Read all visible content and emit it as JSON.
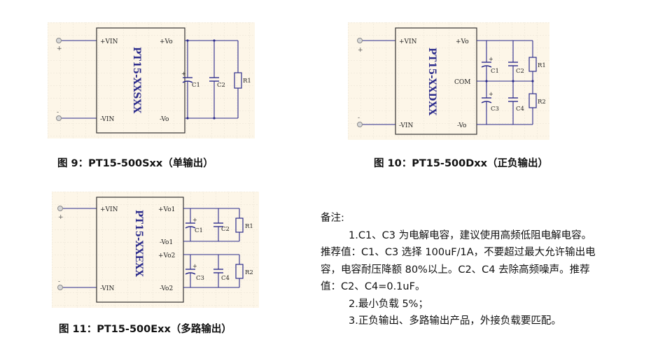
{
  "fig9": {
    "caption": "图 9：PT15-500Sxx（单输出）",
    "model": "PT15-XXSXX",
    "pins": {
      "vin_pos": "+VIN",
      "vin_neg": "-VIN",
      "vo_pos": "+Vo",
      "vo_neg": "-Vo"
    },
    "components": {
      "c1": "C1",
      "c2": "C2",
      "r1": "R1"
    },
    "polarity": {
      "plus": "+",
      "minus": "-"
    }
  },
  "fig10": {
    "caption": "图 10：PT15-500Dxx（正负输出）",
    "model": "PT15-XXDXX",
    "pins": {
      "vin_pos": "+VIN",
      "vin_neg": "-VIN",
      "vo_pos": "+Vo",
      "com": "COM",
      "vo_neg": "-Vo"
    },
    "components": {
      "c1": "C1",
      "c2": "C2",
      "c3": "C3",
      "c4": "C4",
      "r1": "R1",
      "r2": "R2"
    },
    "polarity": {
      "plus": "+",
      "minus": "-"
    }
  },
  "fig11": {
    "caption": "图 11：PT15-500Exx（多路输出）",
    "model": "PT15-XXEXX",
    "pins": {
      "vin_pos": "+VIN",
      "vin_neg": "-VIN",
      "vo1_pos": "+Vo1",
      "vo1_neg": "-Vo1",
      "vo2_pos": "+Vo2",
      "vo2_neg": "-Vo2"
    },
    "components": {
      "c1": "C1",
      "c2": "C2",
      "c3": "C3",
      "c4": "C4",
      "r1": "R1",
      "r2": "R2"
    },
    "polarity": {
      "plus": "+",
      "minus": "-"
    }
  },
  "notes": {
    "title": "备注:",
    "line1": "1.C1、C3 为电解电容，建议使用高频低阻电解电容。",
    "line2": "推荐值：C1、C3 选择 100uF/1A，不要超过最大允许输出电",
    "line3": "容，电容耐压降额 80%以上。C2、C4 去除高频噪声。推荐",
    "line4": "值：C2、C4=0.1uF。",
    "line5": "2.最小负载 5%；",
    "line6": "3.正负输出、多路输出产品，外接负载要匹配。"
  },
  "colors": {
    "background": "#fdf6e8",
    "grid": "#e2dcd0",
    "wire": "#2c2c8c",
    "text": "#111111",
    "terminal": "#8a8a8a"
  }
}
